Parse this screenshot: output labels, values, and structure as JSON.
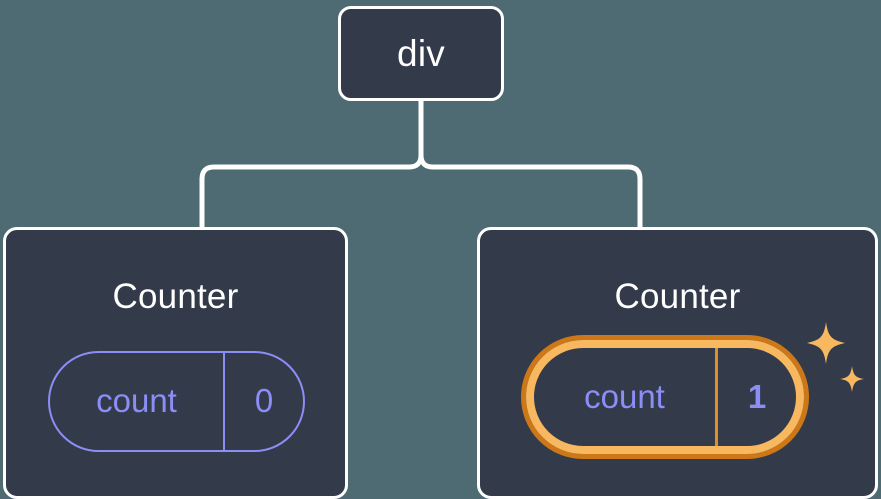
{
  "diagram": {
    "type": "component-tree",
    "background_color": "#4e6a72",
    "node_fill_color": "#333a49",
    "node_border_color": "#ffffff",
    "accent_purple": "#8b8ef5",
    "accent_orange_light": "#f8b860",
    "accent_orange_dark": "#cc7718"
  },
  "root": {
    "label": "div"
  },
  "children": [
    {
      "title": "Counter",
      "state": {
        "key": "count",
        "value": "0"
      },
      "highlighted": false,
      "sparkles": false
    },
    {
      "title": "Counter",
      "state": {
        "key": "count",
        "value": "1"
      },
      "highlighted": true,
      "sparkles": true
    }
  ],
  "icons": {
    "sparkle_large": "sparkle-icon",
    "sparkle_small": "sparkle-icon"
  }
}
